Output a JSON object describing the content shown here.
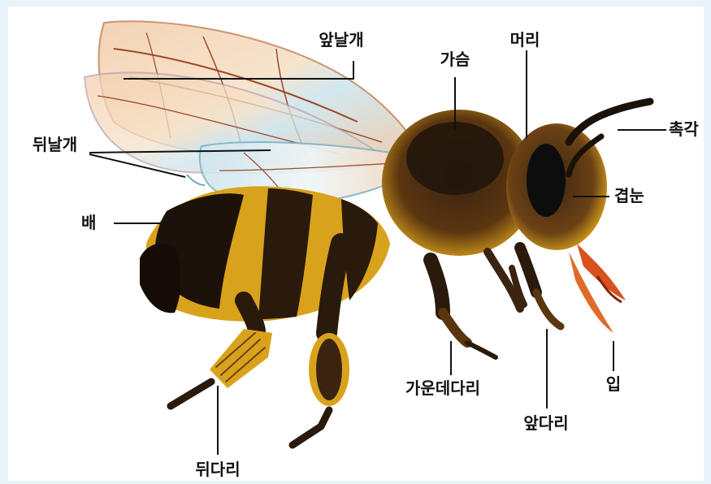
{
  "labels": {
    "forewing": "앞날개",
    "hindwing": "뒤날개",
    "thorax": "가슴",
    "head": "머리",
    "antenna": "촉각",
    "compound_eye": "겹눈",
    "abdomen": "배",
    "mouth": "입",
    "foreleg": "앞다리",
    "midleg": "가운데다리",
    "hindleg": "뒤다리"
  },
  "colors": {
    "background": "#e8f4f8",
    "frame": "#ffffff",
    "leader_line": "#111111",
    "fur": "#d9a21c",
    "fur_dark": "#2a1a0c",
    "wing_fill": "#f1c9a8",
    "wing_vein": "#9a4b2a",
    "eye": "#0d0d0d",
    "mouthparts": "#d9501f"
  }
}
